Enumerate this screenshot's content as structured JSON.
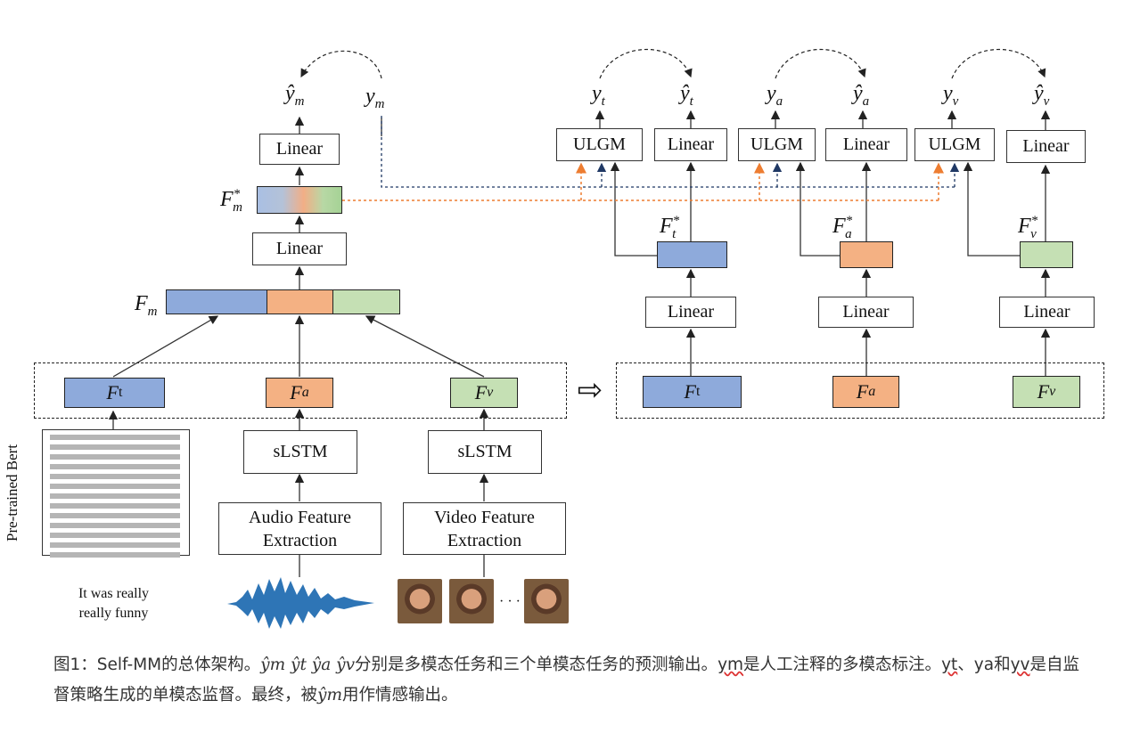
{
  "left": {
    "y_hat_m": "ŷ",
    "y_hat_m_sub": "m",
    "y_m": "y",
    "y_m_sub": "m",
    "linear_top": "Linear",
    "f_m_star": "F",
    "f_m_star_sub": "m",
    "f_m_star_sup": "*",
    "linear_mid": "Linear",
    "f_m": "F",
    "f_m_sub": "m",
    "f_t": "F",
    "f_t_sub": "t",
    "f_a": "F",
    "f_a_sub": "a",
    "f_v": "F",
    "f_v_sub": "v",
    "slstm_audio": "sLSTM",
    "slstm_video": "sLSTM",
    "audio_extract_1": "Audio Feature",
    "audio_extract_2": "Extraction",
    "video_extract_1": "Video Feature",
    "video_extract_2": "Extraction",
    "bert_label": "Pre-trained Bert",
    "text_input_1": "It was really",
    "text_input_2": "really  funny",
    "ellipsis": "· · ·"
  },
  "right": {
    "y_t": "y",
    "y_t_sub": "t",
    "y_hat_t": "ŷ",
    "y_hat_t_sub": "t",
    "y_a": "y",
    "y_a_sub": "a",
    "y_hat_a": "ŷ",
    "y_hat_a_sub": "a",
    "y_v": "y",
    "y_v_sub": "v",
    "y_hat_v": "ŷ",
    "y_hat_v_sub": "v",
    "ulgm_t": "ULGM",
    "linear_out_t": "Linear",
    "ulgm_a": "ULGM",
    "linear_out_a": "Linear",
    "ulgm_v": "ULGM",
    "linear_out_v": "Linear",
    "f_t_star": "F",
    "f_t_star_sub": "t",
    "f_t_star_sup": "*",
    "f_a_star": "F",
    "f_a_star_sub": "a",
    "f_a_star_sup": "*",
    "f_v_star": "F",
    "f_v_star_sub": "v",
    "f_v_star_sup": "*",
    "linear_t": "Linear",
    "linear_a": "Linear",
    "linear_v": "Linear",
    "f_t": "F",
    "f_t_sub": "t",
    "f_a": "F",
    "f_a_sub": "a",
    "f_v": "F",
    "f_v_sub": "v",
    "arrow_symbol": "⇨"
  },
  "caption": {
    "part1": "图1：Self-MM的总体架构。",
    "math1": "ŷm ŷt ŷa ŷv",
    "part2": "分别是多模态任务和三个单模态任务的预测输出。",
    "ym": "ym",
    "part3": "是人工注释的多模态标注。",
    "yt": "yt",
    "sep1": "、",
    "ya": "ya",
    "and": "和",
    "yv": "yv",
    "part4": "是自监督策略生成的单模态监督。最终，被",
    "math2": "ŷm",
    "part5": "用作情感输出。"
  },
  "colors": {
    "text_blue": "#8eaadb",
    "audio_orange": "#f4b183",
    "video_green": "#c5e0b4",
    "orange_dashed": "#ed7d31",
    "navy_dashed": "#1f3864"
  }
}
